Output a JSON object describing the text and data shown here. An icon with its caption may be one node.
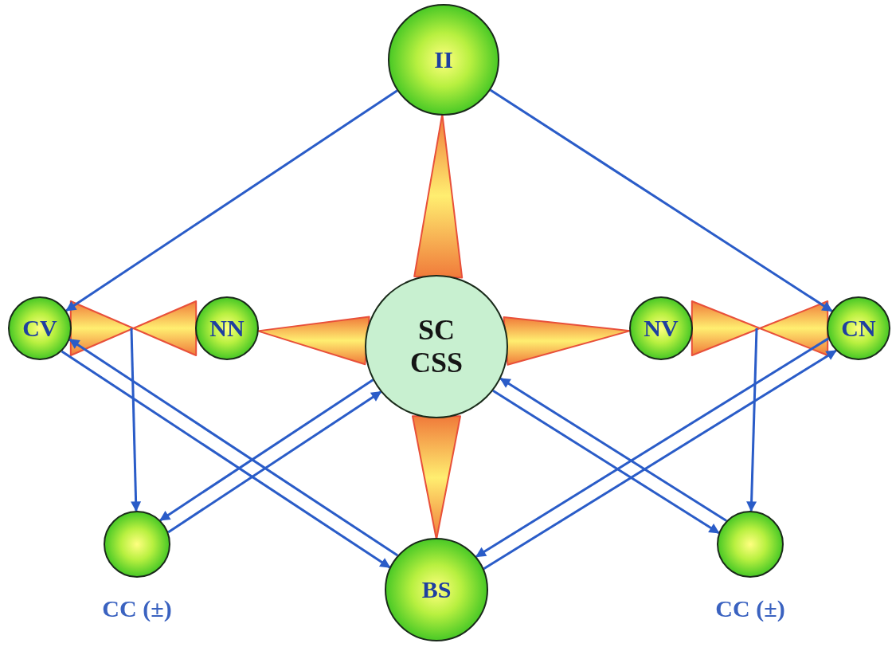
{
  "diagram": {
    "nodes": [
      {
        "text": [
          "II"
        ]
      },
      {
        "text": [
          "CV"
        ]
      },
      {
        "text": [
          "NN"
        ]
      },
      {
        "text": [
          "SC CSS"
        ]
      },
      {
        "text": [
          "NV"
        ]
      },
      {
        "text": [
          "CN"
        ]
      },
      {
        "text": [],
        "shape": "circle",
        "beside": [
          "CC (±)"
        ]
      },
      {
        "text": [
          "BS"
        ]
      },
      {
        "text": [],
        "shape": "circle",
        "beside": [
          "CC (±)"
        ]
      }
    ],
    "edges": [
      {
        "from": 3,
        "to": 0,
        "arrow": "none",
        "style": "thick",
        "color": "#e8503a"
      },
      {
        "from": 1,
        "to": 2,
        "arrow": "none",
        "style": "thick",
        "color": "#e8503a"
      },
      {
        "from": 3,
        "to": 2,
        "arrow": "none",
        "style": "thick",
        "color": "#e8503a"
      },
      {
        "from": 3,
        "to": 4,
        "arrow": "none",
        "style": "thick",
        "color": "#e8503a"
      },
      {
        "from": 4,
        "to": 5,
        "arrow": "none",
        "style": "thick",
        "color": "#e8503a"
      },
      {
        "from": 3,
        "to": 7,
        "arrow": "none",
        "style": "thick",
        "color": "#e8503a"
      },
      {
        "from": 0,
        "to": 1,
        "arrow": "to"
      },
      {
        "from": 0,
        "to": 5,
        "arrow": "to"
      },
      {
        "from": 1,
        "to": 7,
        "arrow": "to"
      },
      {
        "from": 7,
        "to": 1,
        "arrow": "to"
      },
      {
        "from": 3,
        "to": 6,
        "arrow": "to"
      },
      {
        "from": 6,
        "to": 3,
        "arrow": "to"
      },
      {
        "from": 3,
        "to": 8,
        "arrow": "to"
      },
      {
        "from": 8,
        "to": 3,
        "arrow": "to"
      },
      {
        "from": 5,
        "to": 7,
        "arrow": "to"
      },
      {
        "from": 7,
        "to": 5,
        "arrow": "to"
      },
      {
        "from": null,
        "to": 6,
        "arrow": "to"
      },
      {
        "from": null,
        "to": 8,
        "arrow": "to"
      }
    ]
  }
}
